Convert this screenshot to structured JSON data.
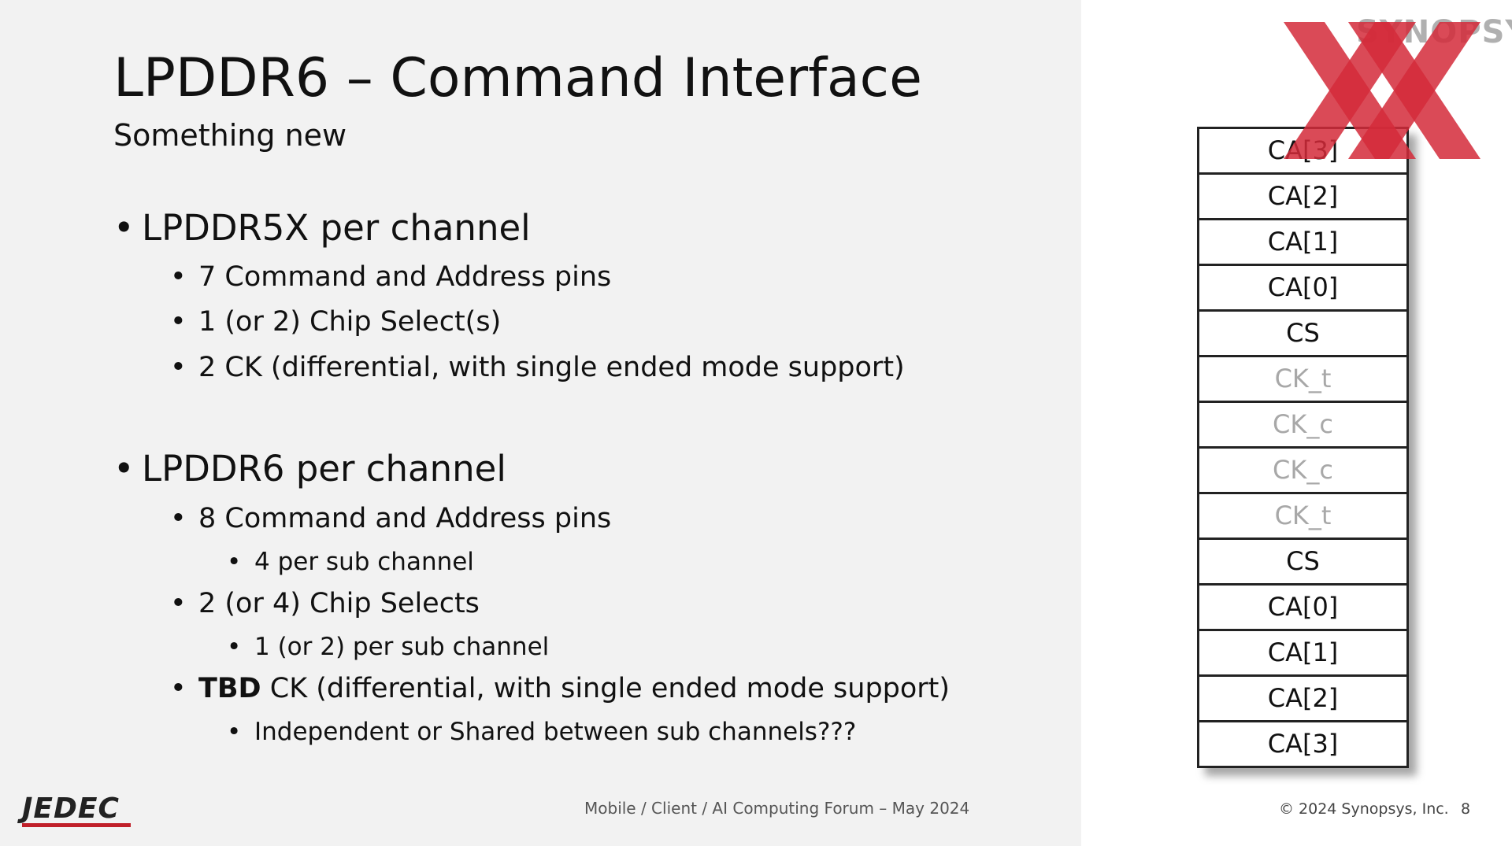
{
  "title": "LPDDR6 – Command Interface",
  "subtitle": "Something new",
  "bullet_char": "•",
  "sections": [
    {
      "heading": "LPDDR5X per channel",
      "items": [
        "7 Command and Address pins",
        "1 (or 2) Chip Select(s)",
        "2 CK (differential, with single ended mode support)"
      ]
    },
    {
      "heading": "LPDDR6 per channel",
      "items": [
        "8 Command and Address pins",
        "4 per sub channel",
        "2 (or 4) Chip Selects",
        "1 (or 2) per sub channel",
        "TBD",
        "CK (differential, with single ended mode support)",
        "Independent or Shared between sub channels???"
      ]
    }
  ],
  "pins": [
    {
      "label": "CA[3]",
      "dim": false
    },
    {
      "label": "CA[2]",
      "dim": false
    },
    {
      "label": "CA[1]",
      "dim": false
    },
    {
      "label": "CA[0]",
      "dim": false
    },
    {
      "label": "CS",
      "dim": false
    },
    {
      "label": "CK_t",
      "dim": true
    },
    {
      "label": "CK_c",
      "dim": true
    },
    {
      "label": "CK_c",
      "dim": true
    },
    {
      "label": "CK_t",
      "dim": true
    },
    {
      "label": "CS",
      "dim": false
    },
    {
      "label": "CA[0]",
      "dim": false
    },
    {
      "label": "CA[1]",
      "dim": false
    },
    {
      "label": "CA[2]",
      "dim": false
    },
    {
      "label": "CA[3]",
      "dim": false
    }
  ],
  "logos": {
    "synopsys": "SYNOPSYS",
    "jedec": "JEDEC"
  },
  "footer": {
    "center": "Mobile / Client / AI Computing Forum – May 2024",
    "copyright": "© 2024 Synopsys, Inc.",
    "page": "8"
  },
  "colors": {
    "left_bg": "#f2f2f2",
    "red_x": "#d42a3a",
    "dim_text": "#a8a8a8"
  }
}
